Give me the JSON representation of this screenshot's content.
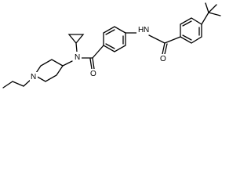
{
  "atoms": {
    "amide_n_top": "H",
    "amide_n_top_symbol": "N",
    "amide_o_right": "O",
    "amide_o_left": "O",
    "amine_n_center": "N",
    "piperidine_n": "N"
  }
}
